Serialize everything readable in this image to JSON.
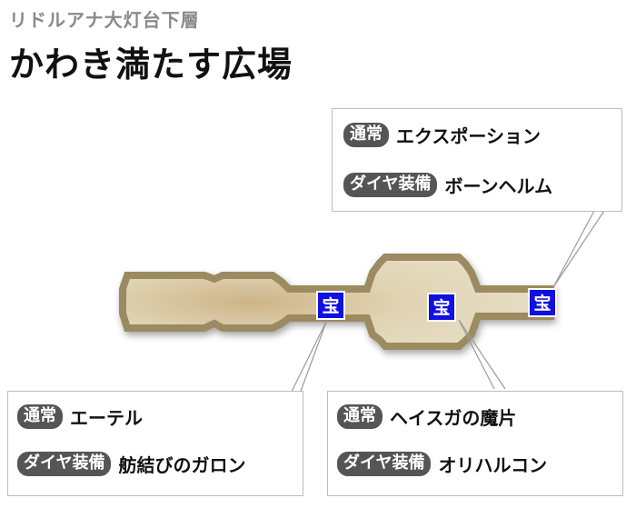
{
  "header": {
    "subtitle": "リドルアナ大灯台下層",
    "title": "かわき満たす広場"
  },
  "map": {
    "chest_label": "宝",
    "chest_color": "#1010e0",
    "floor_color": "#dccfad",
    "wall_color": "#9c8a60"
  },
  "callouts": {
    "top_right": {
      "normal_tag": "通常",
      "normal_item": "エクスポーション",
      "diamond_tag": "ダイヤ装備",
      "diamond_item": "ボーンヘルム"
    },
    "bottom_left": {
      "normal_tag": "通常",
      "normal_item": "エーテル",
      "diamond_tag": "ダイヤ装備",
      "diamond_item": "舫結びのガロン"
    },
    "bottom_right": {
      "normal_tag": "通常",
      "normal_item": "ヘイスガの魔片",
      "diamond_tag": "ダイヤ装備",
      "diamond_item": "オリハルコン"
    }
  }
}
